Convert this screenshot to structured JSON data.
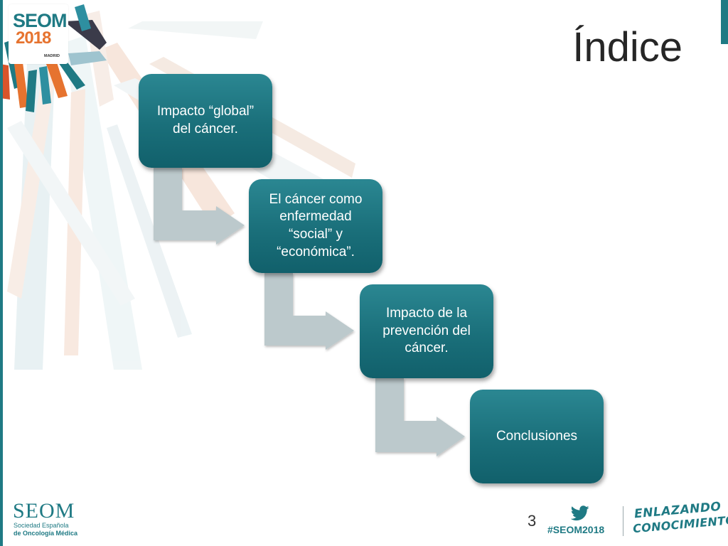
{
  "header": {
    "logo": {
      "name": "SEOM",
      "year": "2018",
      "city": "MADRID"
    },
    "title": "Índice"
  },
  "steps": [
    {
      "lines": [
        "Impacto “global”",
        "del cáncer."
      ]
    },
    {
      "lines": [
        "El cáncer como",
        "enfermedad",
        "“social” y",
        "“económica”."
      ]
    },
    {
      "lines": [
        "Impacto de la",
        "prevención del",
        "cáncer."
      ]
    },
    {
      "lines": [
        "Conclusiones"
      ]
    }
  ],
  "footer": {
    "seom": "SEOM",
    "society_line1": "Sociedad Española",
    "society_line2": "de Oncología Médica",
    "page_number": "3",
    "hashtag": "#SEOM2018",
    "tagline_line1": "ENLAZANDO",
    "tagline_line2": "CONOCIMIENTO"
  },
  "colors": {
    "accent": "#1f7a84",
    "box_top": "#2b8792",
    "box_bottom": "#11606b",
    "arrow": "#bcc9cc",
    "logo_orange": "#e6732f"
  }
}
